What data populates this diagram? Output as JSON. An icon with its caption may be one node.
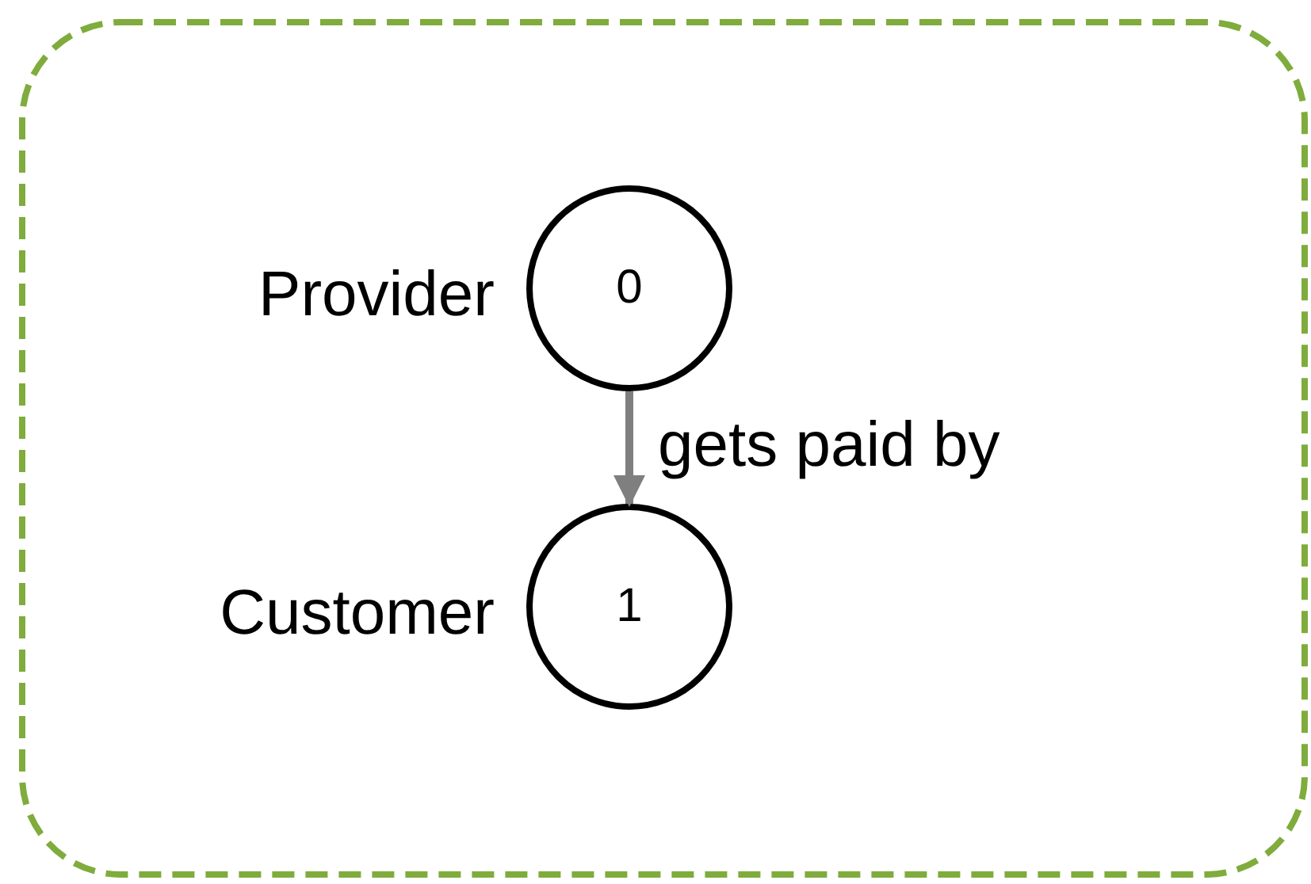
{
  "diagram": {
    "nodes": [
      {
        "text": [],
        "shape": "box"
      },
      {
        "text": [
          "0"
        ],
        "beside": [
          "Provider"
        ],
        "in": 0
      },
      {
        "text": [
          "1"
        ],
        "beside": [
          "Customer"
        ],
        "in": 0
      }
    ],
    "edges": [
      {
        "from": 1,
        "to": 2,
        "arrow": "to",
        "label": "gets paid by",
        "color": "#7f7f7f"
      }
    ]
  }
}
